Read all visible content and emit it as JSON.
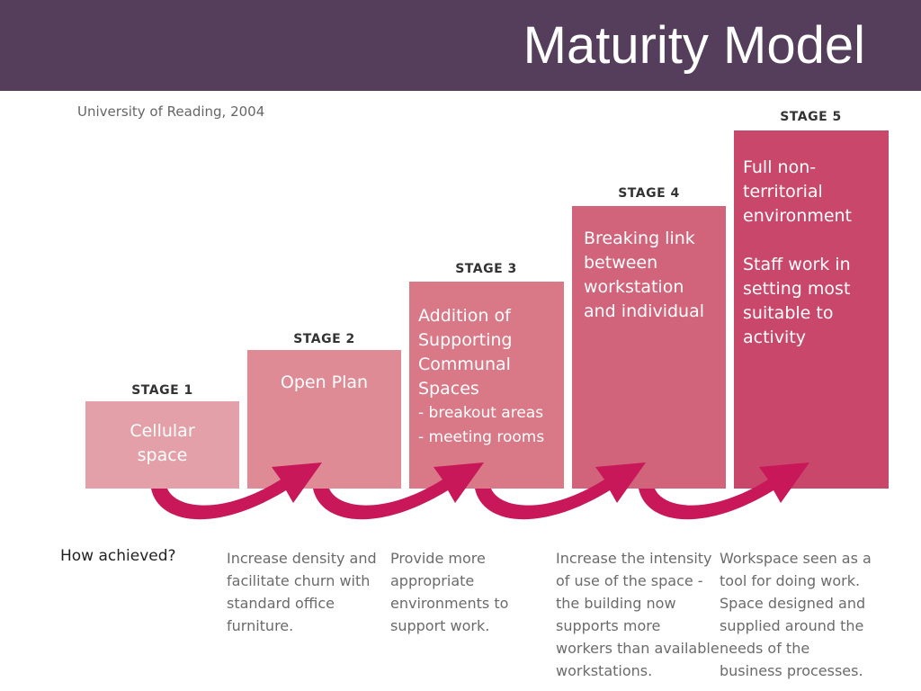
{
  "header": {
    "title": "Maturity Model"
  },
  "source": "University of Reading, 2004",
  "stages": [
    {
      "label": "STAGE 1",
      "lines": [
        "Cellular",
        "space"
      ],
      "color": "#e3a0a8"
    },
    {
      "label": "STAGE 2",
      "lines": [
        "Open Plan"
      ],
      "color": "#df8b96"
    },
    {
      "label": "STAGE 3",
      "lines": [
        "Addition of",
        "Supporting",
        "Communal",
        "Spaces",
        "- breakout areas",
        "- meeting rooms"
      ],
      "color": "#d97886"
    },
    {
      "label": "STAGE 4",
      "lines": [
        "Breaking link",
        "between",
        "workstation",
        "and individual"
      ],
      "color": "#d1637a"
    },
    {
      "label": "STAGE 5",
      "lines": [
        "Full non-",
        "territorial",
        "environment",
        "",
        "Staff work in",
        "setting most",
        "suitable to",
        "activity"
      ],
      "color": "#c9476a"
    }
  ],
  "how_achieved": {
    "label": "How achieved?",
    "descriptions": [
      [
        "Increase density and",
        "facilitate churn with",
        "standard office",
        "furniture."
      ],
      [
        "Provide more",
        "appropriate",
        "environments to",
        "support work."
      ],
      [
        "Increase the intensity",
        "of use of the space -",
        "the building now",
        "supports more",
        "workers than available",
        "workstations."
      ],
      [
        "Workspace seen as a",
        "tool for doing work.",
        "Space designed and",
        "supplied around the",
        "needs of the",
        "business processes."
      ]
    ]
  },
  "colors": {
    "header": "#553e5b",
    "arrow": "#c8185a"
  }
}
